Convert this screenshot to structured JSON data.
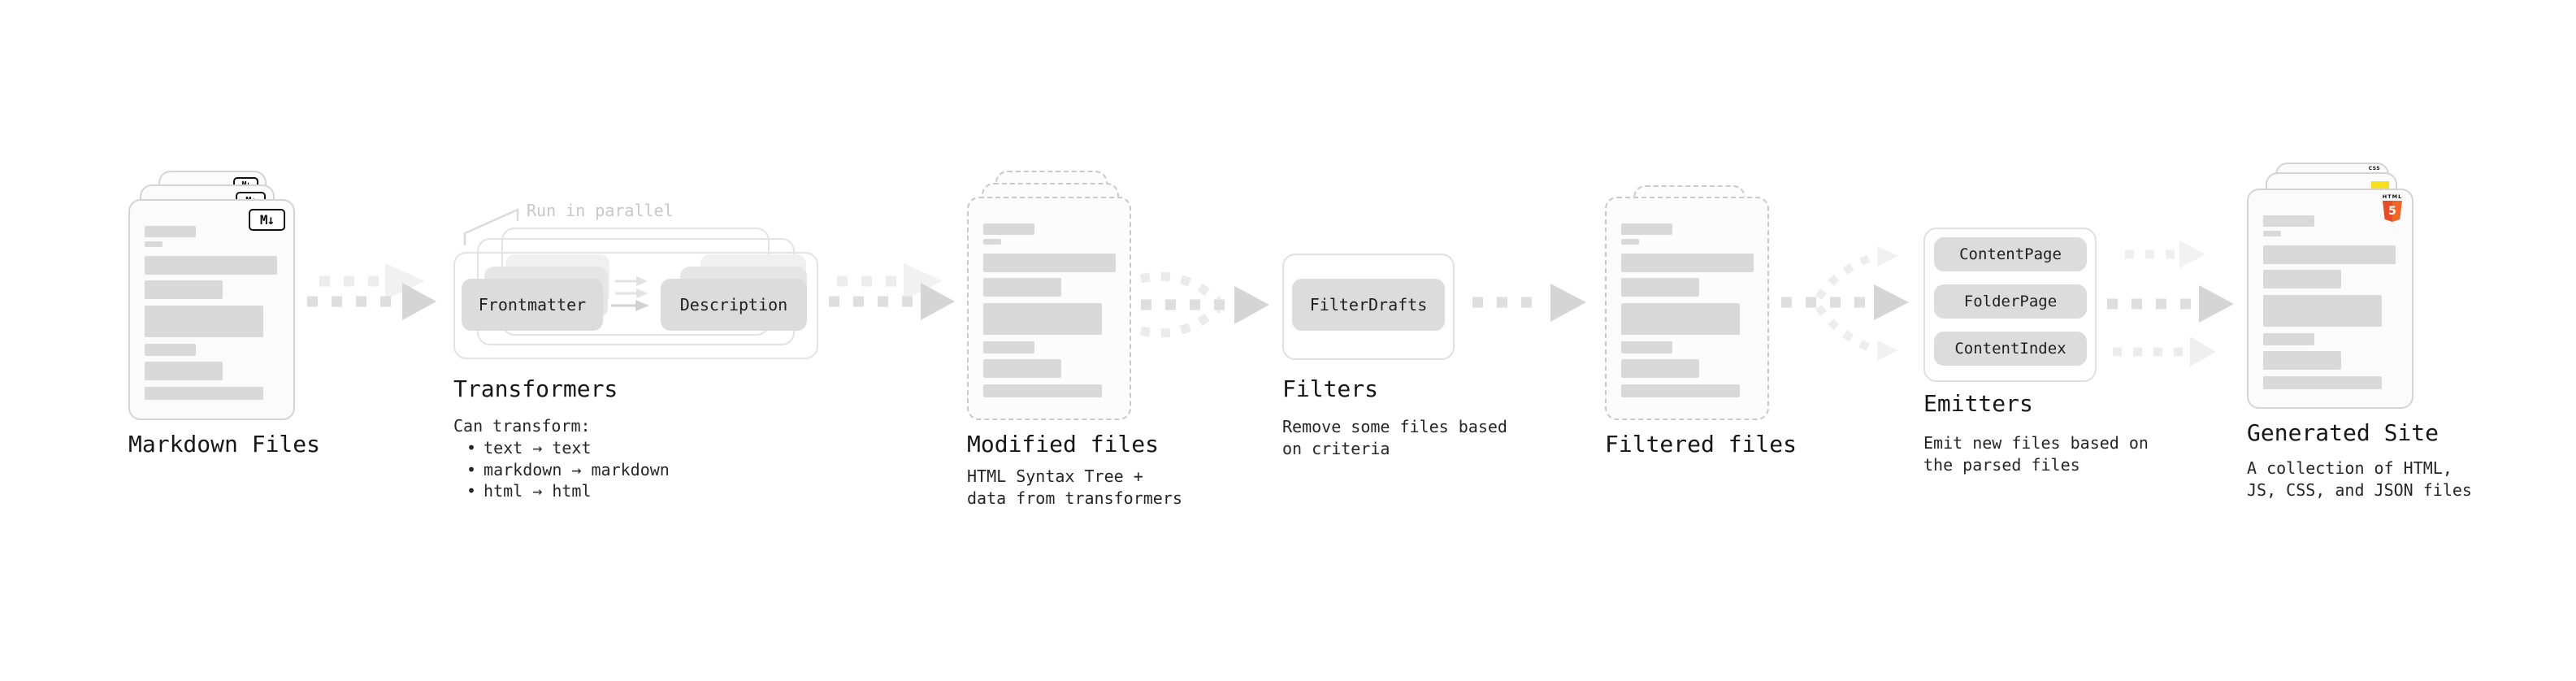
{
  "sections": {
    "markdown_files": {
      "title": "Markdown Files",
      "badge": "M↓"
    },
    "transformers": {
      "title": "Transformers",
      "annotation": "Run in parallel",
      "boxes": [
        "Frontmatter",
        "Description"
      ],
      "intro": "Can transform:",
      "bullet": "•",
      "items": [
        "text → text",
        "markdown → markdown",
        "html → html"
      ]
    },
    "modified_files": {
      "title": "Modified files",
      "desc": [
        "HTML Syntax Tree +",
        "data from transformers"
      ]
    },
    "filters": {
      "title": "Filters",
      "box": "FilterDrafts",
      "desc": [
        "Remove some files based",
        "on criteria"
      ]
    },
    "filtered_files": {
      "title": "Filtered files"
    },
    "emitters": {
      "title": "Emitters",
      "boxes": [
        "ContentPage",
        "FolderPage",
        "ContentIndex"
      ],
      "desc": [
        "Emit new files based on",
        "the parsed files"
      ]
    },
    "generated_site": {
      "title": "Generated Site",
      "desc": [
        "A collection of HTML,",
        "JS, CSS, and JSON files"
      ],
      "badges": {
        "html": "HTML",
        "five": "5",
        "css": "CSS"
      }
    }
  },
  "colors": {
    "html5_orange": "#E44D26",
    "html5_orange_light": "#F16529",
    "js_yellow": "#F7DF1E",
    "css_blue": "#2965F1"
  }
}
